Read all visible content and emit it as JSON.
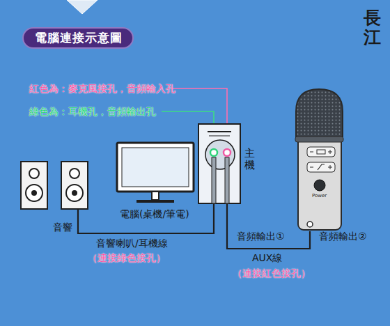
{
  "diagram": {
    "title": "電腦連接示意圖",
    "nodes": [
      {
        "text": [
          "音響"
        ]
      },
      {
        "text": [
          "電腦(桌機/筆電)"
        ]
      },
      {
        "text": [
          "主機"
        ]
      },
      {
        "text": [
          "Power"
        ]
      }
    ],
    "edges": [
      {
        "from": 0,
        "to": 2,
        "arrow": "none",
        "label": "音響喇叭/耳機線"
      },
      {
        "from": 2,
        "to": 3,
        "arrow": "none",
        "label": "AUX線"
      }
    ],
    "labels": [
      "紅色為：麥克風接孔，音頻輸入孔",
      "綠色為：耳機孔，音頻輸出孔",
      "（連接綠色接孔）",
      "音頻輸出①",
      "音頻輸出②",
      "（連接紅色接孔）",
      "長江"
    ]
  }
}
